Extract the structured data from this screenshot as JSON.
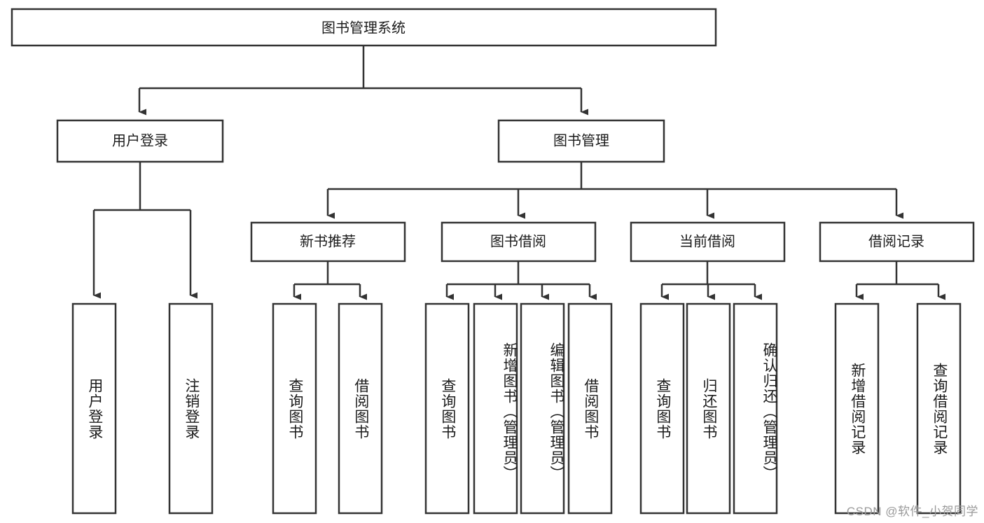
{
  "diagram": {
    "type": "tree-hierarchy",
    "title": "图书管理系统",
    "watermark": "CSDN @软件_小贺同学",
    "colors": {
      "stroke": "#333333",
      "fill": "#ffffff",
      "text": "#1b1b1b",
      "watermark": "#9a9a9a",
      "background": "#ffffff"
    },
    "root": {
      "label": "图书管理系统"
    },
    "level1": [
      {
        "id": "user-login",
        "label": "用户登录"
      },
      {
        "id": "book-manage",
        "label": "图书管理"
      }
    ],
    "level2": [
      {
        "id": "new-book-recommend",
        "label": "新书推荐",
        "parent": "book-manage"
      },
      {
        "id": "book-borrow",
        "label": "图书借阅",
        "parent": "book-manage"
      },
      {
        "id": "current-borrow",
        "label": "当前借阅",
        "parent": "book-manage"
      },
      {
        "id": "borrow-record",
        "label": "借阅记录",
        "parent": "book-manage"
      }
    ],
    "leaves": [
      {
        "id": "leaf-user-login",
        "label": "用户登录",
        "parent": "user-login"
      },
      {
        "id": "leaf-logout-login",
        "label": "注销登录",
        "parent": "user-login"
      },
      {
        "id": "leaf-query-book-1",
        "label": "查询图书",
        "parent": "new-book-recommend"
      },
      {
        "id": "leaf-borrow-book-1",
        "label": "借阅图书",
        "parent": "new-book-recommend"
      },
      {
        "id": "leaf-query-book-2",
        "label": "查询图书",
        "parent": "book-borrow"
      },
      {
        "id": "leaf-add-book",
        "label": "新增图书（管理员）",
        "parent": "book-borrow"
      },
      {
        "id": "leaf-edit-book",
        "label": "编辑图书（管理员）",
        "parent": "book-borrow"
      },
      {
        "id": "leaf-borrow-book-2",
        "label": "借阅图书",
        "parent": "book-borrow"
      },
      {
        "id": "leaf-query-book-3",
        "label": "查询图书",
        "parent": "current-borrow"
      },
      {
        "id": "leaf-return-book",
        "label": "归还图书",
        "parent": "current-borrow"
      },
      {
        "id": "leaf-confirm-return",
        "label": "确认归还（管理员）",
        "parent": "current-borrow"
      },
      {
        "id": "leaf-add-record",
        "label": "新增借阅记录",
        "parent": "borrow-record"
      },
      {
        "id": "leaf-query-record",
        "label": "查询借阅记录",
        "parent": "borrow-record"
      }
    ]
  }
}
